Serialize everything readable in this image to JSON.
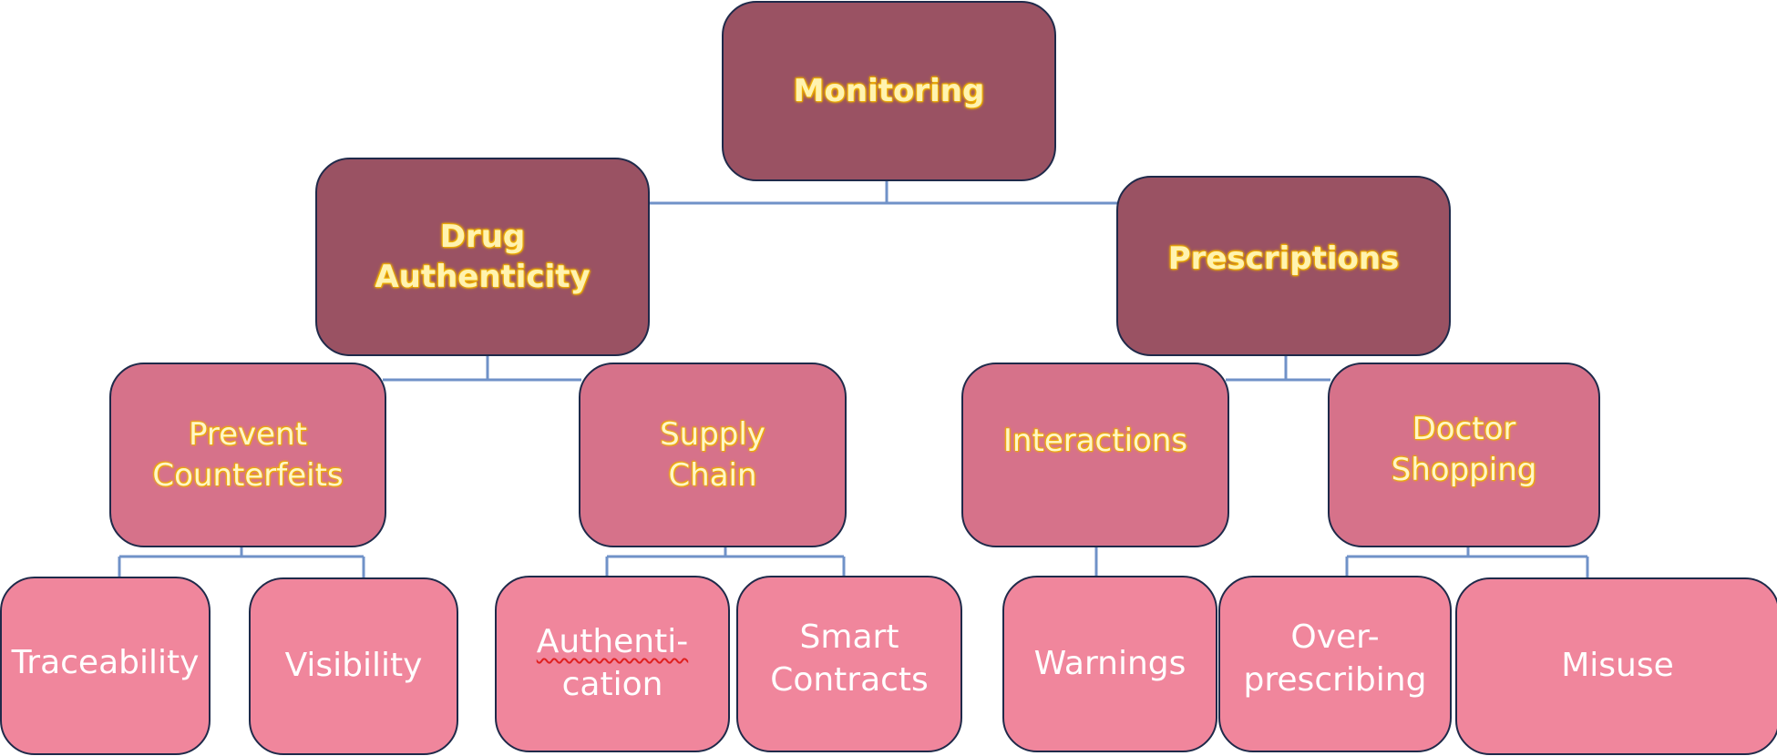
{
  "diagram": {
    "type": "hierarchy",
    "colors": {
      "top_level_fill": "#9A5263",
      "middle_level_fill": "#D6728A",
      "bottom_level_fill": "#F0869C",
      "border": "#1F2A4A",
      "connector": "#7092C8",
      "highlight_text": "#FFF3B0",
      "highlight_glow": "#F5B800",
      "plain_text": "#FFFFFF"
    },
    "root": {
      "id": "monitoring",
      "lines": [
        "Monitoring"
      ]
    },
    "branches": [
      {
        "id": "drug-authenticity",
        "lines": [
          "Drug",
          "Authenticity"
        ],
        "children": [
          {
            "id": "prevent-counterfeits",
            "lines": [
              "Prevent",
              "Counterfeits"
            ],
            "children": [
              {
                "id": "traceability",
                "lines": [
                  "Traceability"
                ]
              },
              {
                "id": "visibility",
                "lines": [
                  "Visibility"
                ]
              }
            ]
          },
          {
            "id": "supply-chain",
            "lines": [
              "Supply",
              "Chain"
            ],
            "children": [
              {
                "id": "authentication",
                "lines": [
                  "Authenti-",
                  "cation"
                ]
              },
              {
                "id": "smart-contracts",
                "lines": [
                  "Smart",
                  "Contracts"
                ]
              }
            ]
          }
        ]
      },
      {
        "id": "prescriptions",
        "lines": [
          "Prescriptions"
        ],
        "children": [
          {
            "id": "interactions",
            "lines": [
              "Interactions"
            ],
            "children": [
              {
                "id": "warnings",
                "lines": [
                  "Warnings"
                ]
              }
            ]
          },
          {
            "id": "doctor-shopping",
            "lines": [
              "Doctor",
              "Shopping"
            ],
            "children": [
              {
                "id": "over-prescribing",
                "lines": [
                  "Over-",
                  "prescribing"
                ]
              },
              {
                "id": "misuse",
                "lines": [
                  "Misuse"
                ]
              }
            ]
          }
        ]
      }
    ]
  }
}
